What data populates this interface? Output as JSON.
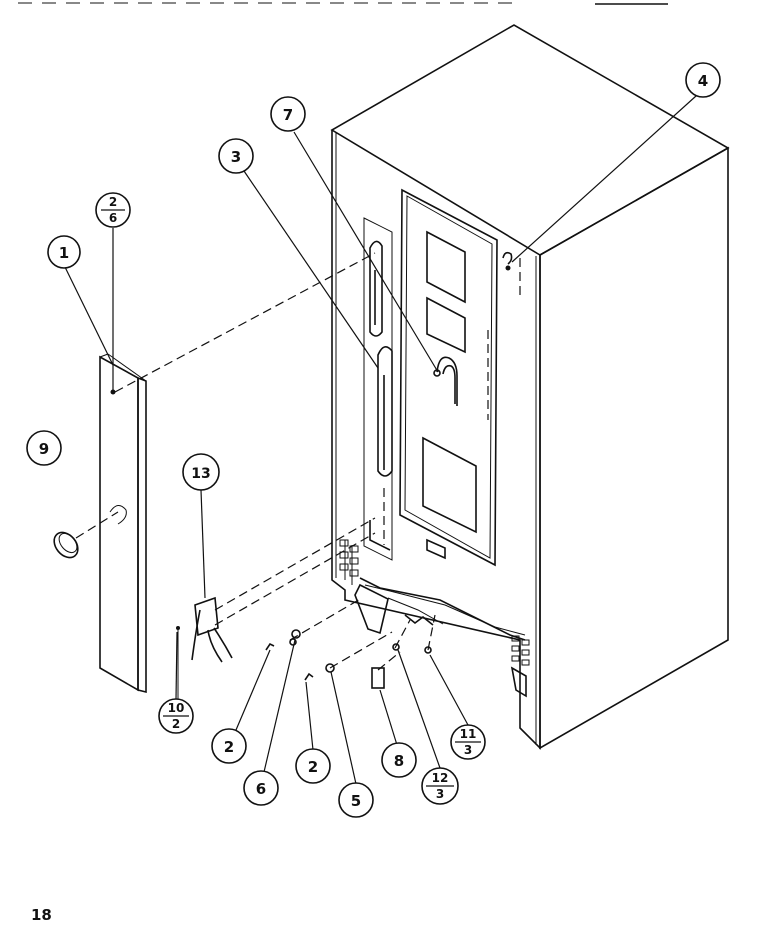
{
  "page_number": "18",
  "callouts": [
    {
      "id": "c1",
      "label": "1"
    },
    {
      "id": "c2a",
      "label": "2",
      "fraction_bottom": "6"
    },
    {
      "id": "c3",
      "label": "3"
    },
    {
      "id": "c4",
      "label": "4"
    },
    {
      "id": "c7",
      "label": "7"
    },
    {
      "id": "c9",
      "label": "9"
    },
    {
      "id": "c13",
      "label": "13"
    },
    {
      "id": "c10",
      "label": "10",
      "fraction_bottom": "2"
    },
    {
      "id": "c2b",
      "label": "2"
    },
    {
      "id": "c6",
      "label": "6"
    },
    {
      "id": "c2c",
      "label": "2"
    },
    {
      "id": "c5",
      "label": "5"
    },
    {
      "id": "c8",
      "label": "8"
    },
    {
      "id": "c12",
      "label": "12",
      "fraction_bottom": "3"
    },
    {
      "id": "c11",
      "label": "11",
      "fraction_bottom": "3"
    }
  ]
}
